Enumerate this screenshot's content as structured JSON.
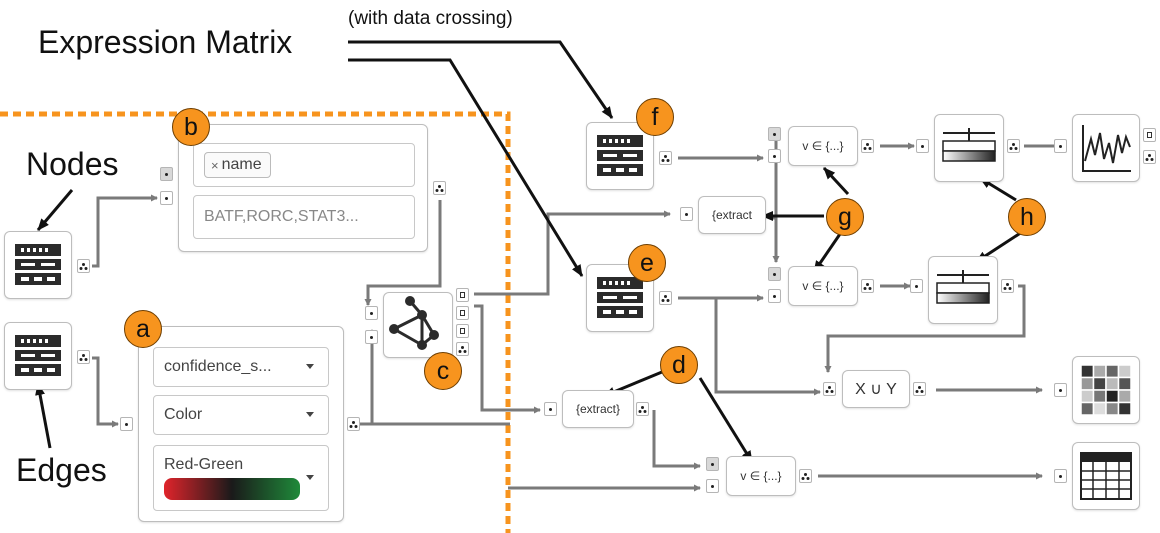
{
  "labels": {
    "expression_matrix": "Expression Matrix",
    "with_data_crossing": "(with data crossing)",
    "nodes": "Nodes",
    "edges": "Edges"
  },
  "badges": {
    "a": "a",
    "b": "b",
    "c": "c",
    "d": "d",
    "e": "e",
    "f": "f",
    "g": "g",
    "h": "h"
  },
  "filter_panel": {
    "tag": "name",
    "tag_remove": "×",
    "values": "BATF,RORC,STAT3..."
  },
  "visual_panel": {
    "column": "confidence_s...",
    "property": "Color",
    "colormap": "Red-Green"
  },
  "operators": {
    "extract": "{extract}",
    "extract_truncated": "{extract",
    "membership": "v ∈ {...}",
    "union": "X ∪ Y"
  },
  "colors": {
    "badge": "#f7941e",
    "dashed_divider": "#f7941e",
    "wire": "#7a7a7a",
    "colormap_start": "#e0242b",
    "colormap_mid": "#1a1a1a",
    "colormap_end": "#1f8a3a"
  }
}
